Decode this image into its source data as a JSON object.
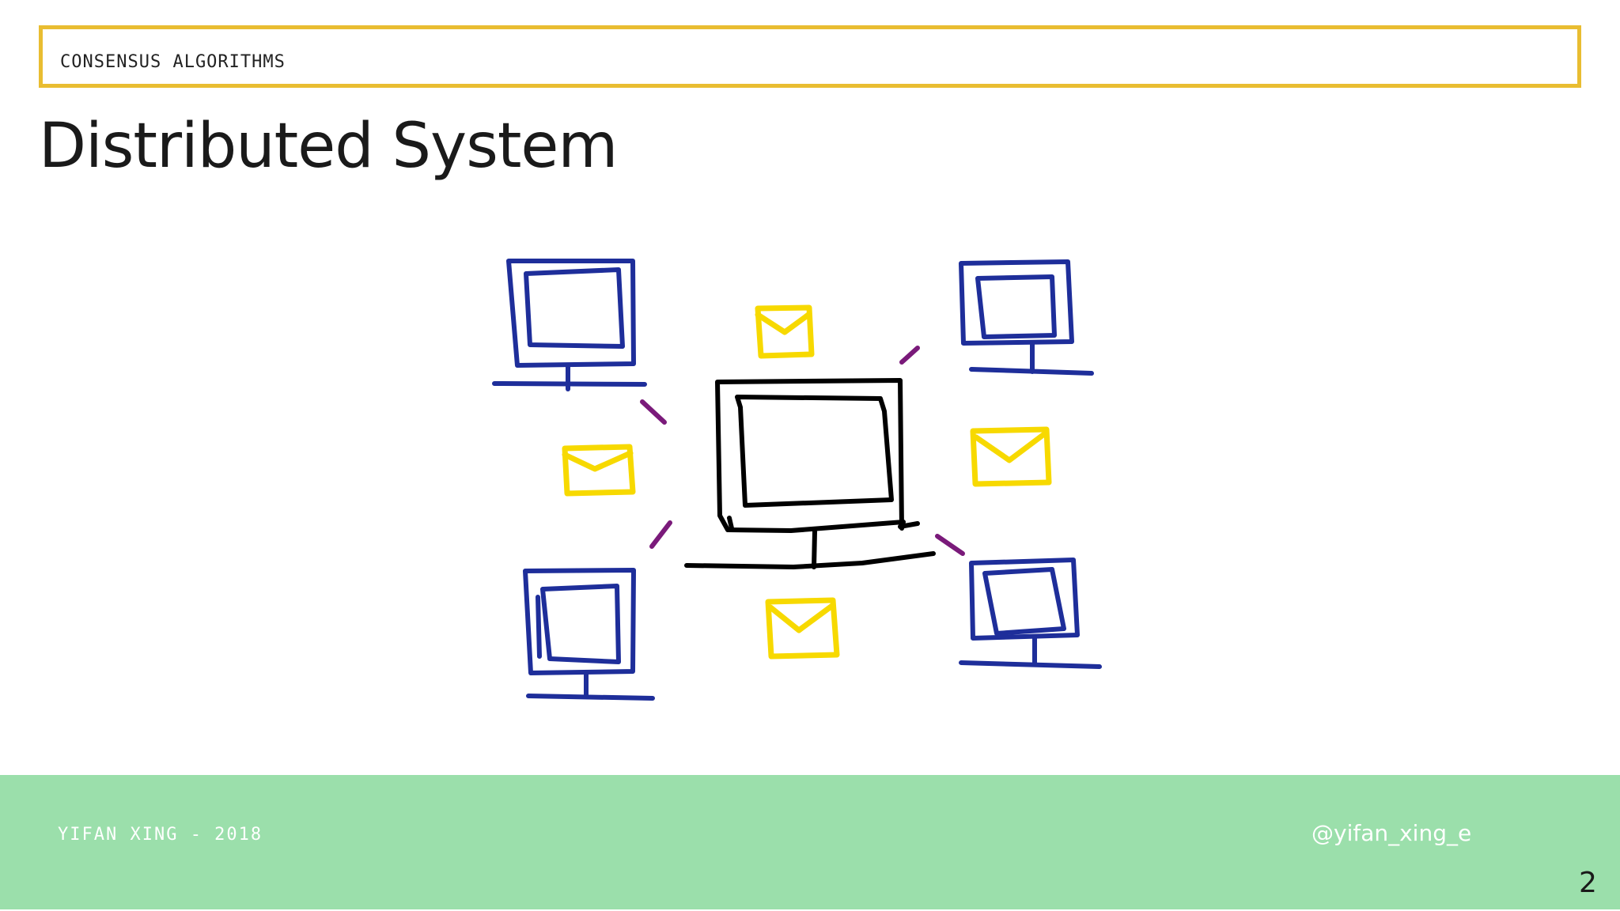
{
  "header": {
    "topic": "CONSENSUS ALGORITHMS",
    "accent_color": "#e9bd31"
  },
  "title": "Distributed System",
  "diagram": {
    "nodes": [
      {
        "role": "central-computer",
        "color": "#000000"
      },
      {
        "role": "peer-computer",
        "color": "#1e2e9a"
      },
      {
        "role": "peer-computer",
        "color": "#1e2e9a"
      },
      {
        "role": "peer-computer",
        "color": "#1e2e9a"
      },
      {
        "role": "peer-computer",
        "color": "#1e2e9a"
      }
    ],
    "message_icon": "envelope-icon",
    "message_color": "#f7d900",
    "link_color": "#7a1a7a"
  },
  "footer": {
    "author": "YIFAN XING - 2018",
    "handle": "@yifan_xing_e",
    "band_color": "#9bdfab"
  },
  "slide_number": "2"
}
